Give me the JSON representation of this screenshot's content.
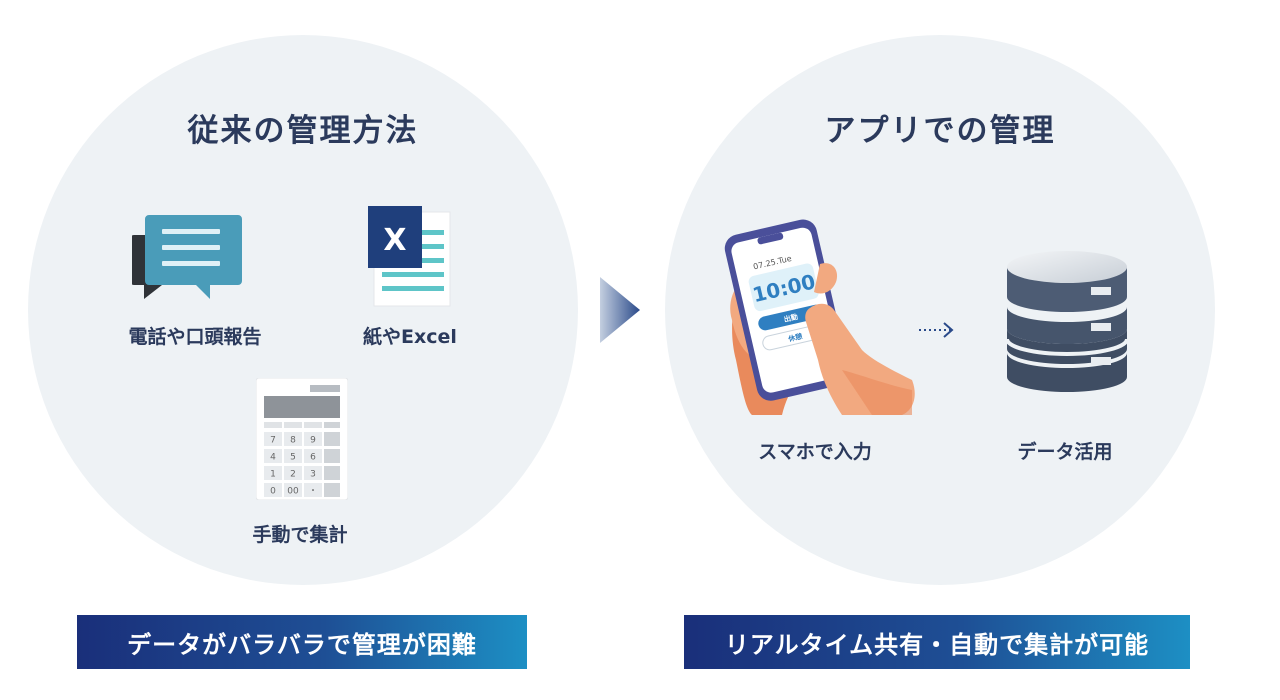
{
  "left": {
    "title": "従来の管理方法",
    "items": [
      {
        "label": "電話や口頭報告",
        "icon": "chat-bubble-icon"
      },
      {
        "label": "紙やExcel",
        "icon": "excel-document-icon"
      },
      {
        "label": "手動で集計",
        "icon": "calculator-icon"
      }
    ],
    "banner": "データがバラバラで管理が困難"
  },
  "right": {
    "title": "アプリでの管理",
    "items": [
      {
        "label": "スマホで入力",
        "icon": "smartphone-hand-icon"
      },
      {
        "label": "データ活用",
        "icon": "database-icon"
      }
    ],
    "banner": "リアルタイム共有・自動で集計が可能"
  },
  "excel_icon_letter": "X",
  "calculator_keys": [
    "7",
    "8",
    "9",
    "4",
    "5",
    "6",
    "1",
    "2",
    "3",
    "0",
    "00",
    "・"
  ],
  "phone_screen": {
    "date": "07.25.Tue",
    "time": "10:00",
    "button_primary": "出勤",
    "button_secondary": "休憩"
  },
  "colors": {
    "circle": "#eef2f5",
    "title_text": "#2b3a5c",
    "banner_start": "#1a2f7a",
    "banner_end": "#1d8fc4",
    "arrow": "#2a4a8a"
  }
}
